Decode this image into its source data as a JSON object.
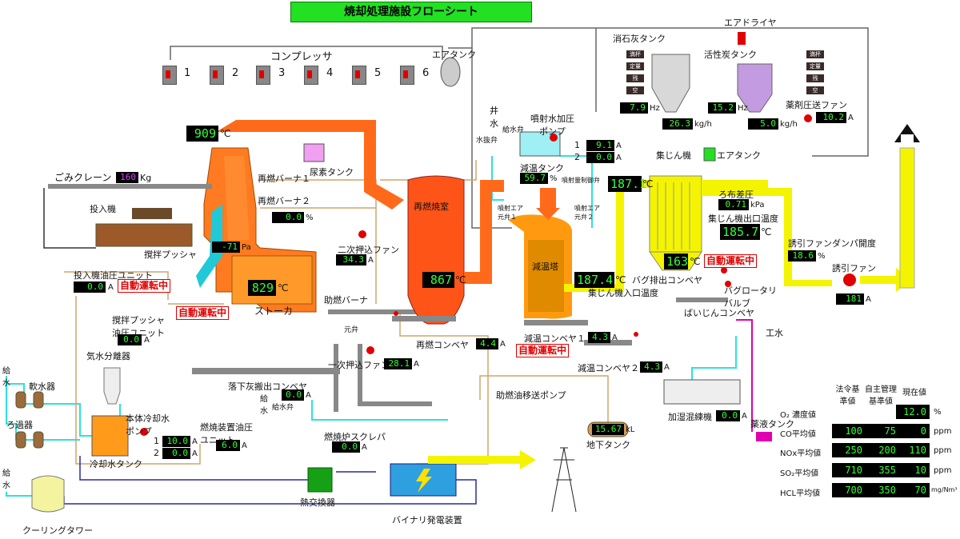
{
  "title": "焼却処理施設フローシート",
  "compressors": {
    "label": "コンプレッサ",
    "units": [
      "1",
      "2",
      "3",
      "4",
      "5",
      "6"
    ],
    "tank": "エアタンク"
  },
  "temps": {
    "furnace_top": "909",
    "furnace_mid": "829",
    "reburn": "867",
    "cool_tower": "187.4",
    "dust_inlet": "187.1",
    "dust_outlet": "185.7",
    "bag_top": "163",
    "unit_c": "℃"
  },
  "labels": {
    "crane": "ごみクレーン",
    "crane_value": "160",
    "crane_unit": "Kg",
    "feeder": "投入機",
    "feeder_oil": "投入機油圧ユニット",
    "pusher": "撹拌プッシャ",
    "pusher_oil": "撹拌プッシャ油圧ユニット",
    "stoker": "ストーカ",
    "reburner1": "再燃バーナ１",
    "reburner2": "再燃バーナ２",
    "urea": "尿素タンク",
    "secondary_fan": "二次押込ファン",
    "primary_fan": "一次押込ファン",
    "aux_burner": "助燃バーナ",
    "motor_valve": "元弁",
    "reburn_room": "再燃焼室",
    "reburn_conv": "再燃コンベヤ",
    "cool_tower": "減温塔",
    "cool_conv1": "減温コンベヤ１",
    "cool_conv2": "減温コンベヤ２",
    "spray_pump": "噴射水加圧ポンプ",
    "spray_tank": "減温タンク",
    "well": "井水",
    "supply_valve": "給水弁",
    "drain_valve": "水抜弁",
    "spray_air1": "噴射エア元弁１",
    "spray_air2": "噴射エア元弁２",
    "spray_ctrl": "噴射量制御弁",
    "dust_collector": "集じん機",
    "air_tank2": "エアタンク",
    "bag_diff": "ろ布差圧",
    "dust_in_temp": "集じん機入口温度",
    "dust_out_temp": "集じん機出口温度",
    "bag_conv": "バグ排出コンベヤ",
    "rotary": "バグロータリバルブ",
    "ash_conv": "ばいじんコンベヤ",
    "lime_tank": "消石灰タンク",
    "carbon_tank": "活性炭タンク",
    "air_dryer": "エアドライヤ",
    "chem_fan": "薬剤圧送ファン",
    "damper": "誘引ファンダンパ開度",
    "id_fan": "誘引ファン",
    "fall_conv": "落下灰搬出コンベヤ",
    "fuel_oil": "燃焼装置油圧ユニット",
    "scrubber": "燃焼炉スクレパ",
    "water_sep": "気水分離器",
    "softener": "軟水器",
    "filter": "ろ過器",
    "feed_water": "給水",
    "body_pump": "本体冷却水ポンプ",
    "cool_tank": "冷却水タンク",
    "cooling_tower": "クーリングタワー",
    "heat_exch": "熱交換器",
    "binary": "バイナリ発電装置",
    "oil_pump": "助燃油移送ポンプ",
    "underground_tank": "地下タンク",
    "humid_mixer": "加湿混練機",
    "chem_tank": "薬液タンク",
    "industrial_water": "工水",
    "mode": "自動運転中",
    "pump_1": "1",
    "pump_2": "2"
  },
  "readings": {
    "reburner_pct": "0.0",
    "secondary_fan_a": "34.3",
    "pa": "-71",
    "pa_unit": "Pa",
    "spray_1": "9.1",
    "spray_2": "0.0",
    "spray_tank_pct": "59.7",
    "feeder_oil_a": "0.0",
    "pusher_oil_a": "0.0",
    "primary_fan_a": "28.1",
    "reburn_conv_a": "4.4",
    "cool_conv1_a": "4.3",
    "cool_conv2_a": "4.3",
    "fall_conv_a": "0.0",
    "fuel_oil_a": "6.0",
    "scrubber_a": "0.0",
    "body_pump_1": "10.0",
    "body_pump_2": "0.0",
    "underground_kl": "15.67",
    "humid_a": "0.0",
    "bag_kpa": "0.71",
    "damper_pct": "18.6",
    "id_fan_a": "181",
    "lime_hz": "7.9",
    "carbon_hz": "15.2",
    "lime_kg": "26.3",
    "carbon_kg": "5.0",
    "chem_fan_a": "10.2"
  },
  "units": {
    "A": "A",
    "pct": "%",
    "kpa": "kPa",
    "hz": "Hz",
    "kgh": "kg/h",
    "kl": "kL"
  },
  "mini_buttons": [
    "満杯",
    "定量",
    "残",
    "空"
  ],
  "emissions": {
    "headers": [
      "法令基準値",
      "自主管理基準値",
      "現在値"
    ],
    "rows": [
      {
        "name": "O₂ 濃度値",
        "std": "",
        "self": "",
        "now": "12.0",
        "unit": "%"
      },
      {
        "name": "CO平均値",
        "std": "100",
        "self": "75",
        "now": "0",
        "unit": "ppm"
      },
      {
        "name": "NOx平均値",
        "std": "250",
        "self": "200",
        "now": "110",
        "unit": "ppm"
      },
      {
        "name": "SO₂平均値",
        "std": "710",
        "self": "355",
        "now": "10",
        "unit": "ppm"
      },
      {
        "name": "HCL平均値",
        "std": "700",
        "self": "350",
        "now": "70",
        "unit": "mg/Nm³"
      }
    ]
  }
}
